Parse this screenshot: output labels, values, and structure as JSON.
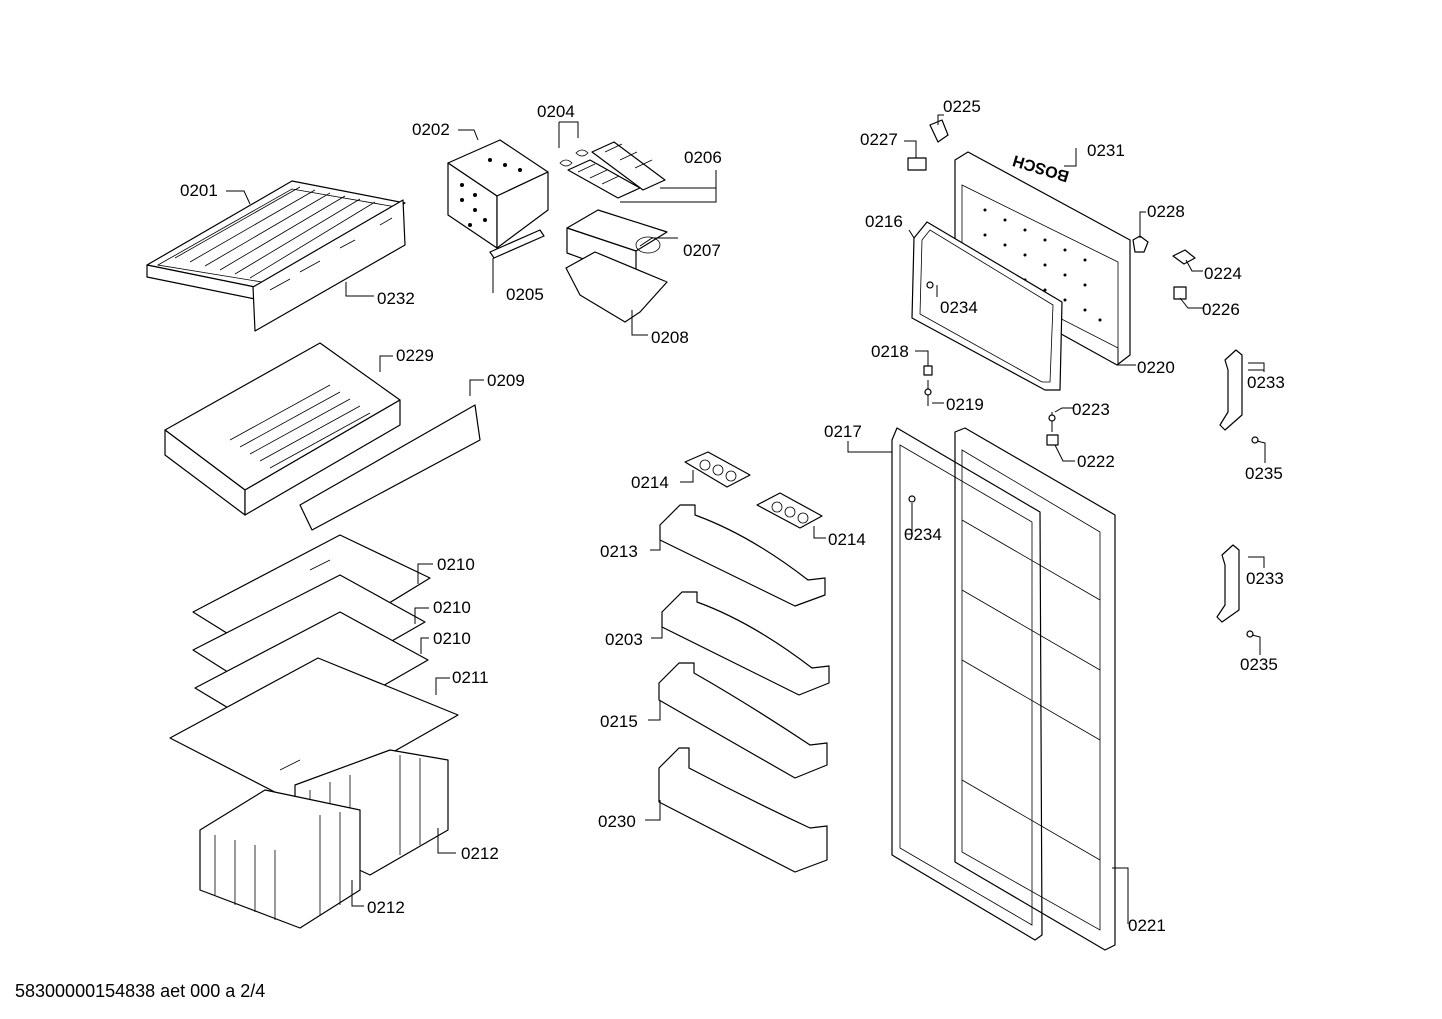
{
  "labels": {
    "p0201": "0201",
    "p0202": "0202",
    "p0203": "0203",
    "p0204": "0204",
    "p0205": "0205",
    "p0206": "0206",
    "p0207": "0207",
    "p0208": "0208",
    "p0209": "0209",
    "p0210a": "0210",
    "p0210b": "0210",
    "p0210c": "0210",
    "p0211": "0211",
    "p0212a": "0212",
    "p0212b": "0212",
    "p0213": "0213",
    "p0214a": "0214",
    "p0214b": "0214",
    "p0215": "0215",
    "p0216": "0216",
    "p0217": "0217",
    "p0218": "0218",
    "p0219": "0219",
    "p0220": "0220",
    "p0221": "0221",
    "p0222": "0222",
    "p0223": "0223",
    "p0224": "0224",
    "p0225": "0225",
    "p0226": "0226",
    "p0227": "0227",
    "p0228": "0228",
    "p0229": "0229",
    "p0230": "0230",
    "p0231": "0231",
    "p0232": "0232",
    "p0233a": "0233",
    "p0233b": "0233",
    "p0234a": "0234",
    "p0234b": "0234",
    "p0235a": "0235",
    "p0235b": "0235"
  },
  "brand_mark": "BOSCH",
  "footer": "58300000154838 aet 000 a 2/4"
}
